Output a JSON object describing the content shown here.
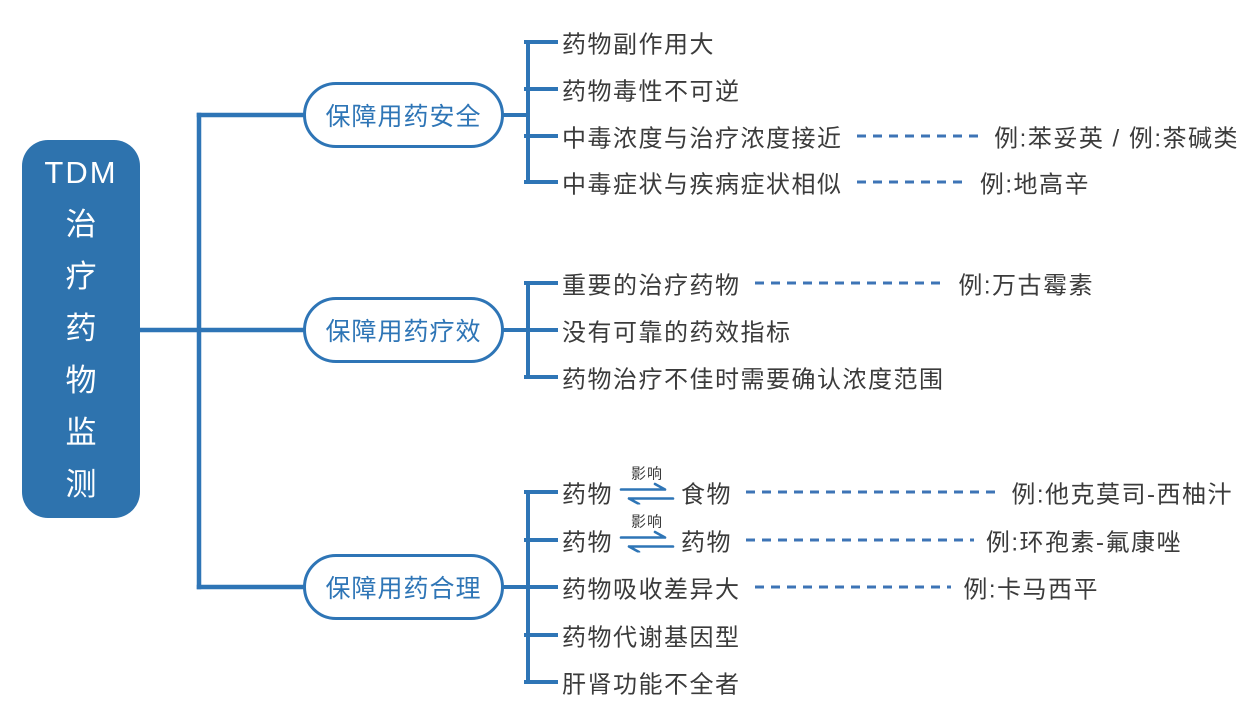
{
  "colors": {
    "primary": "#2E75B6",
    "root_fill": "#2E73AE",
    "leaf_text": "#3B3B3B",
    "dash_line": "#3D74B6"
  },
  "root": {
    "lines": [
      "TDM",
      "治",
      "疗",
      "药",
      "物",
      "监",
      "测"
    ]
  },
  "branches": [
    {
      "label": "保障用药安全",
      "leaves": [
        {
          "text": "药物副作用大"
        },
        {
          "text": "药物毒性不可逆"
        },
        {
          "text": "中毒浓度与治疗浓度接近",
          "example": "例:苯妥英 / 例:茶碱类"
        },
        {
          "text": "中毒症状与疾病症状相似",
          "example": "例:地高辛"
        }
      ]
    },
    {
      "label": "保障用药疗效",
      "leaves": [
        {
          "text": "重要的治疗药物",
          "example": "例:万古霉素"
        },
        {
          "text": "没有可靠的药效指标"
        },
        {
          "text": "药物治疗不佳时需要确认浓度范围"
        }
      ]
    },
    {
      "label": "保障用药合理",
      "leaves": [
        {
          "left": "药物",
          "relation": "影响",
          "right": "食物",
          "example": "例:他克莫司-西柚汁"
        },
        {
          "left": "药物",
          "relation": "影响",
          "right": "药物",
          "example": "例:环孢素-氟康唑"
        },
        {
          "text": "药物吸收差异大",
          "example": "例:卡马西平"
        },
        {
          "text": "药物代谢基因型"
        },
        {
          "text": "肝肾功能不全者"
        }
      ]
    }
  ]
}
